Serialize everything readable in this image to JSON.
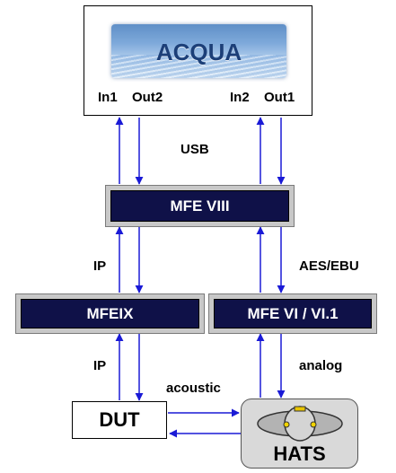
{
  "acqua": {
    "logo_text": "ACQUA"
  },
  "ports": {
    "in1": "In1",
    "out2": "Out2",
    "in2": "In2",
    "out1": "Out1"
  },
  "links": {
    "usb": "USB",
    "ip_upper": "IP",
    "aes_ebu": "AES/EBU",
    "ip_lower": "IP",
    "acoustic": "acoustic",
    "analog": "analog"
  },
  "nodes": {
    "mfe_viii": "MFE VIII",
    "mfe_ix": "MFEIX",
    "mfe_vi": "MFE VI / VI.1",
    "dut": "DUT",
    "hats": "HATS"
  },
  "colors": {
    "arrow": "#1a1ad6",
    "mfe_fill": "#0f1148",
    "mfe_frame": "#c8c8c8",
    "hats_fill": "#d9d9d9"
  }
}
